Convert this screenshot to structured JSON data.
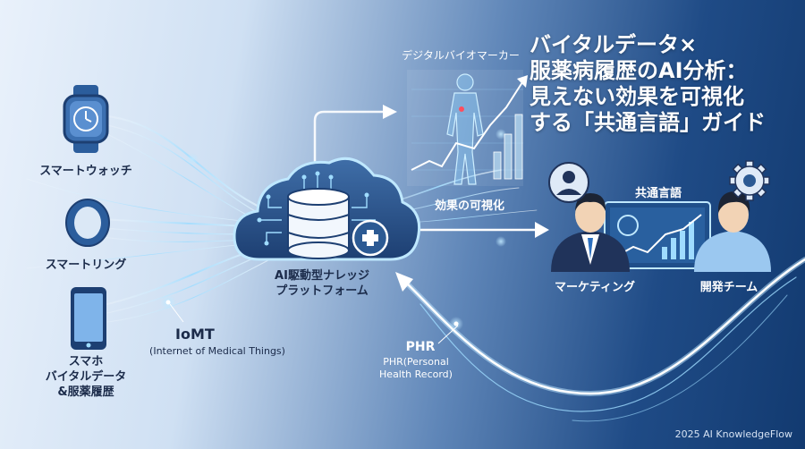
{
  "title": {
    "lines": [
      "バイタルデータ×",
      "服薬病履歴のAI分析：",
      "見えない効果を可視化",
      "する「共通言語」ガイド"
    ]
  },
  "devices": {
    "watch_label": "スマートウォッチ",
    "ring_label": "スマートリング",
    "phone_label_lines": [
      "スマホ",
      "バイタルデータ",
      "&服薬履歴"
    ]
  },
  "iomt": {
    "label": "IoMT",
    "sub": "(Internet of Medical Things)"
  },
  "platform": {
    "label_lines": [
      "AI駆動型ナレッジ",
      "プラットフォーム"
    ]
  },
  "biomarker": {
    "label": "デジタルバイオマーカー",
    "effect_label": "効果の可視化"
  },
  "phr": {
    "label": "PHR",
    "sub_lines": [
      "PHR(Personal",
      "Health Record)"
    ]
  },
  "team": {
    "common_language": "共通言語",
    "marketing": "マーケティング",
    "dev_team": "開発チーム"
  },
  "footer": {
    "copyright": "2025 AI KnowledgeFlow"
  },
  "colors": {
    "accent": "#7fd0ff",
    "navy": "#1b2b4a",
    "device_blue": "#3b6fb0"
  }
}
